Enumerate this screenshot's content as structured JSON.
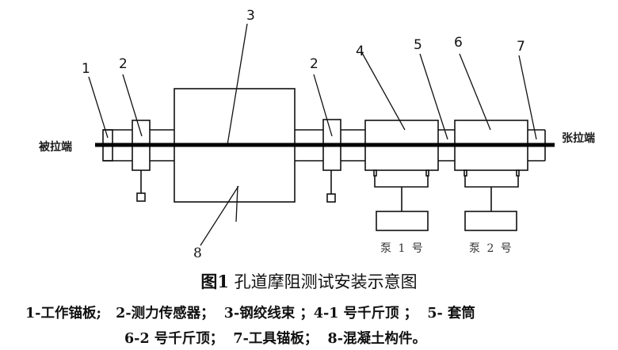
{
  "figure": {
    "number_label": "图1",
    "title": "孔道摩阻测试安装示意图",
    "end_labels": {
      "passive_end": "被拉端",
      "tension_end": "张拉端"
    },
    "callouts": [
      {
        "id": "1",
        "text": "1"
      },
      {
        "id": "2a",
        "text": "2"
      },
      {
        "id": "3",
        "text": "3"
      },
      {
        "id": "2b",
        "text": "2"
      },
      {
        "id": "4",
        "text": "4"
      },
      {
        "id": "5",
        "text": "5"
      },
      {
        "id": "6",
        "text": "6"
      },
      {
        "id": "7",
        "text": "7"
      },
      {
        "id": "8",
        "text": "8"
      }
    ],
    "pumps": [
      {
        "label": "泵 1 号"
      },
      {
        "label": "泵 2 号"
      }
    ]
  },
  "legend": {
    "line1": "1-工作锚板;   2-测力传感器；  3-钢绞线束 ；4-1 号千斤顶 ；  5- 套筒",
    "line2": "6-2 号千斤顶；  7-工具锚板；  8-混凝土构件。",
    "items": [
      {
        "num": "1",
        "name": "工作锚板"
      },
      {
        "num": "2",
        "name": "测力传感器"
      },
      {
        "num": "3",
        "name": "钢绞线束"
      },
      {
        "num": "4",
        "name": "1号千斤顶"
      },
      {
        "num": "5",
        "name": "套筒"
      },
      {
        "num": "6",
        "name": "2号千斤顶"
      },
      {
        "num": "7",
        "name": "工具锚板"
      },
      {
        "num": "8",
        "name": "混凝土构件"
      }
    ]
  }
}
